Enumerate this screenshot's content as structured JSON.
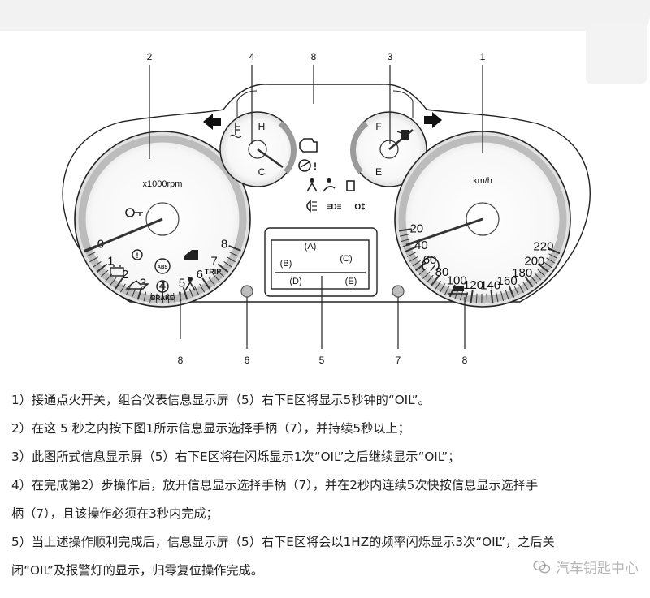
{
  "callouts": {
    "n2": "2",
    "n4": "4",
    "n8_top": "8",
    "n3": "3",
    "n1": "1",
    "n8_left": "8",
    "n6": "6",
    "n5": "5",
    "n7": "7",
    "n8_right": "8"
  },
  "tachometer": {
    "unit": "x1000rpm",
    "ticks": [
      "0",
      "1",
      "2",
      "3",
      "4",
      "5",
      "6",
      "7",
      "8"
    ],
    "trip_label": "TRIP",
    "brake_label": "BRAKE",
    "abs_label": "ABS"
  },
  "temperature_gauge": {
    "high": "H",
    "low": "C"
  },
  "fuel_gauge": {
    "full": "F",
    "empty": "E"
  },
  "speedometer": {
    "unit": "km/h",
    "ticks": [
      "20",
      "40",
      "60",
      "80",
      "100",
      "120",
      "140",
      "160",
      "180",
      "200",
      "220"
    ]
  },
  "display": {
    "zone_a": "(A)",
    "zone_b": "(B)",
    "zone_c": "(C)",
    "zone_d": "(D)",
    "zone_e": "(E)"
  },
  "instructions": [
    "1）接通点火开关，组合仪表信息显示屏（5）右下E区将显示5秒钟的“OIL”。",
    "2）在这 5 秒之内按下图1所示信息显示选择手柄（7），并持续5秒以上；",
    "3）此图所式信息显示屏（5）右下E区将在闪烁显示1次“OIL”之后继续显示“OIL”；",
    "4）在完成第2）步操作后，放开信息显示选择手柄（7），并在2秒内连续5次快按信息显示选择手",
    "柄（7），且该操作必须在3秒内完成；",
    "5）当上述操作顺利完成后，信息显示屏（5）右下E区将会以1HZ的频率闪烁显示3次“OIL”，之后关",
    "闭“OIL”及报警灯的显示，归零复位操作完成。"
  ],
  "watermark": "汽车钥匙中心"
}
